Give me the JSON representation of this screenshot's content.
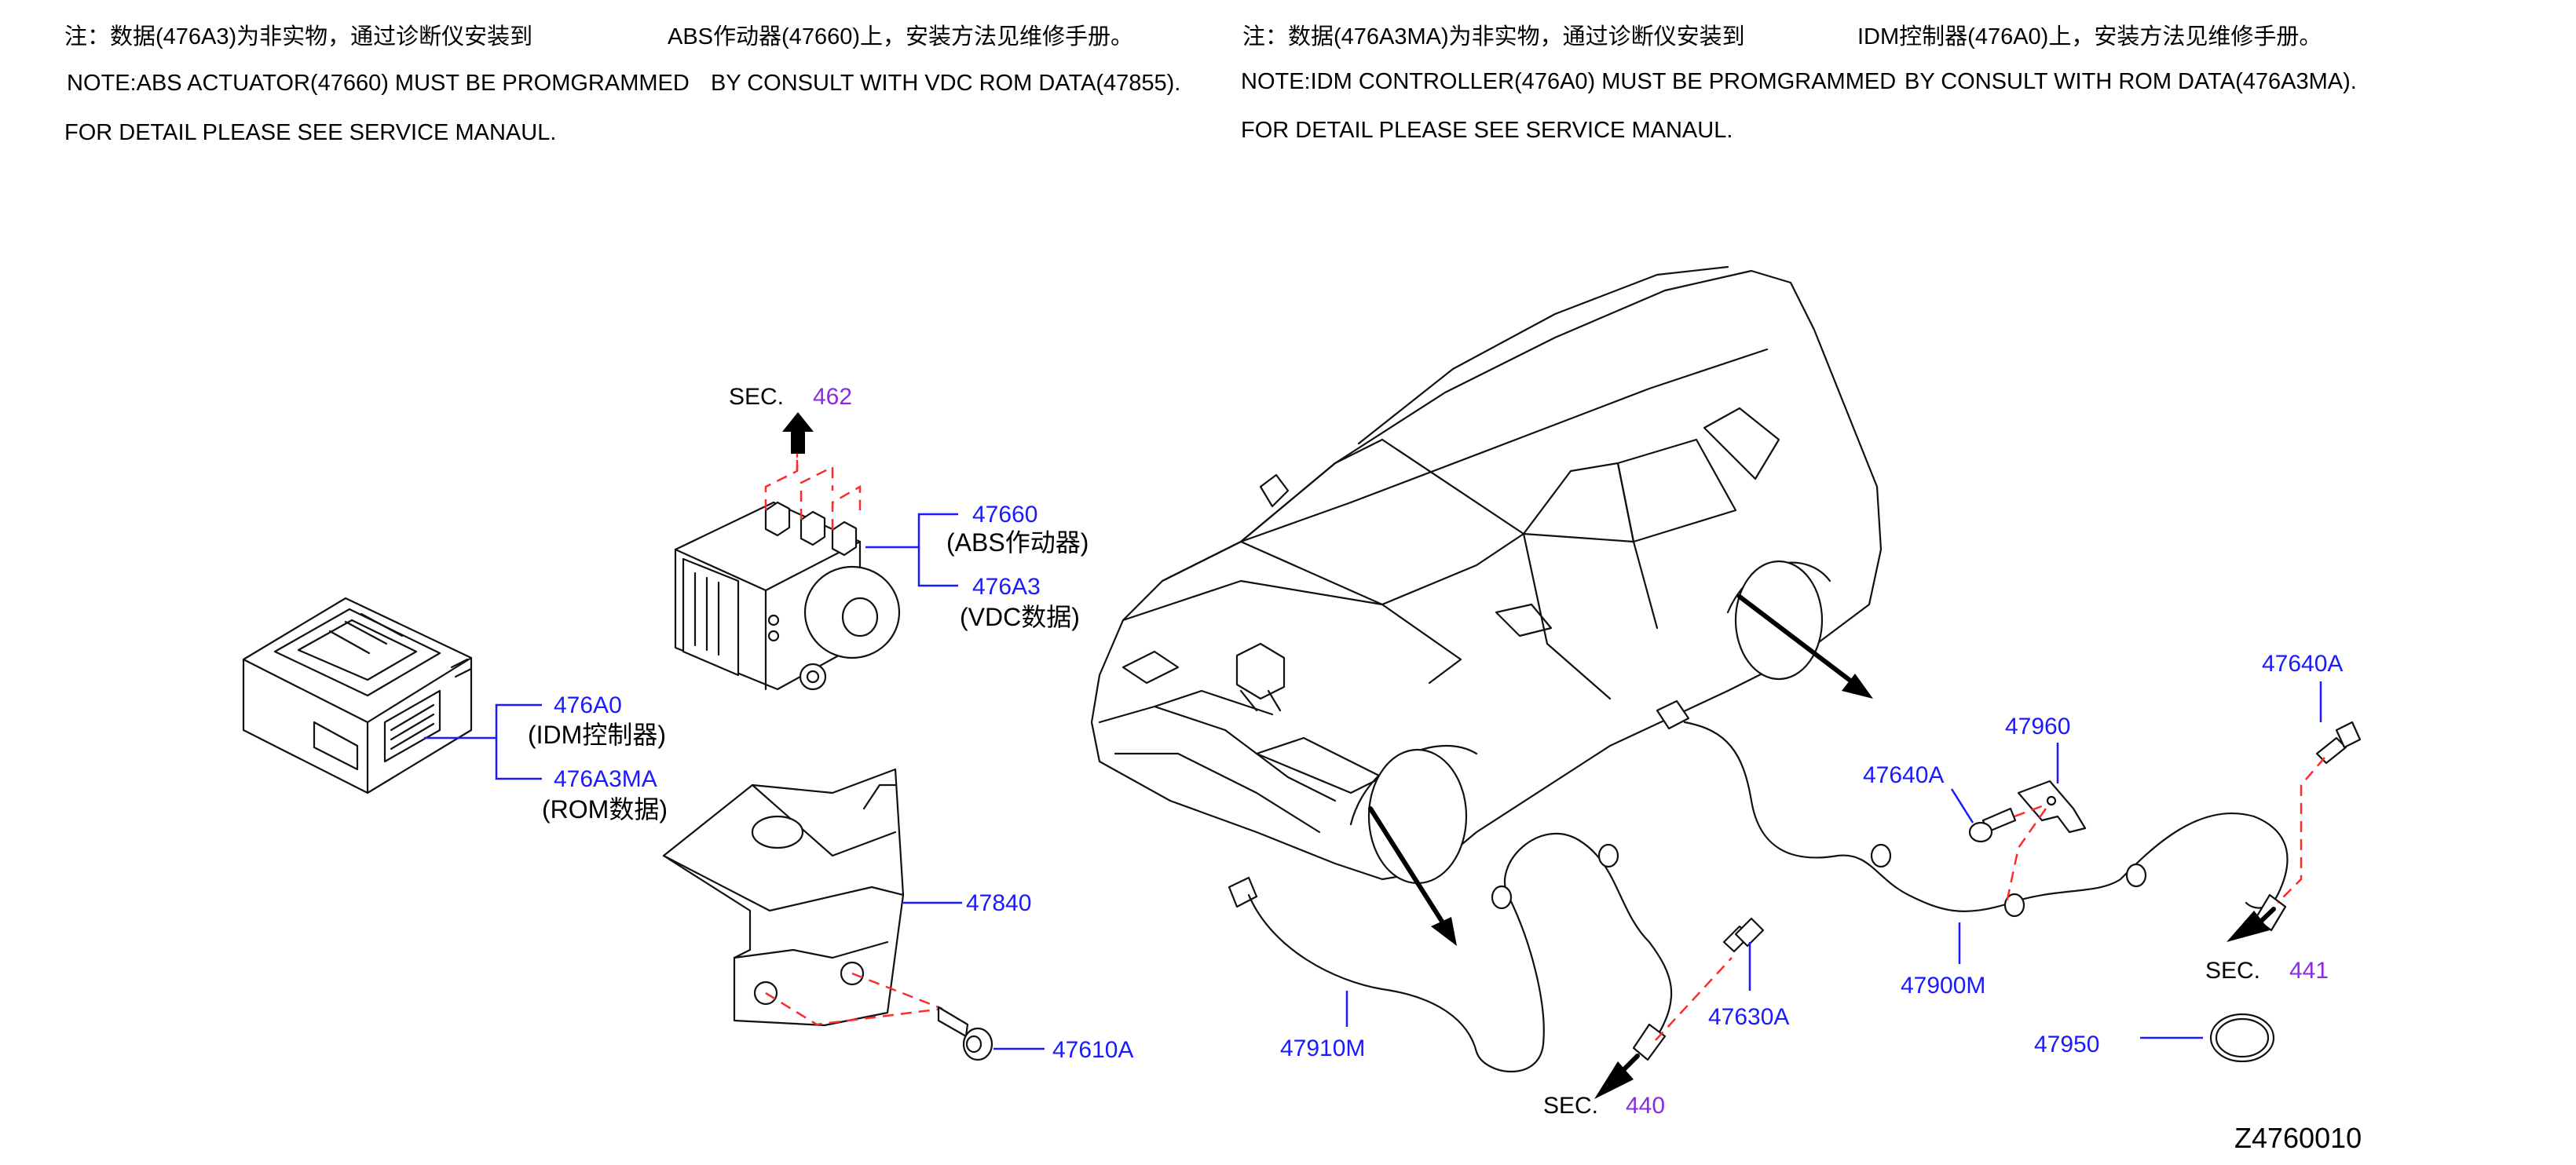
{
  "notes": {
    "left_cn_1": "注：数据(476A3)为非实物，通过诊断仪安装到",
    "left_cn_2": "ABS作动器(47660)上，安装方法见维修手册。",
    "left_en_1": "NOTE:ABS   ACTUATOR(47660)   MUST   BE   PROMGRAMMED",
    "left_en_2": "BY   CONSULT   WITH   VDC   ROM   DATA(47855).",
    "left_en_3": "FOR   DETAIL   PLEASE   SEE   SERVICE   MANAUL.",
    "right_cn_1": "注：数据(476A3MA)为非实物，通过诊断仪安装到",
    "right_cn_2": "IDM控制器(476A0)上，安装方法见维修手册。",
    "right_en_1": "NOTE:IDM   CONTROLLER(476A0)   MUST   BE   PROMGRAMMED",
    "right_en_2": "BY   CONSULT   WITH   ROM   DATA(476A3MA).",
    "right_en_3": "FOR   DETAIL   PLEASE   SEE   SERVICE   MANAUL."
  },
  "callouts": {
    "p47660": "47660",
    "d47660": "(ABS作动器)",
    "p476A3": "476A3",
    "d476A3": "(VDC数据)",
    "p476A0": "476A0",
    "d476A0": "(IDM控制器)",
    "p476A3MA": "476A3MA",
    "d476A3MA": "(ROM数据)",
    "p47840": "47840",
    "p47610A": "47610A",
    "p47910M": "47910M",
    "p47630A": "47630A",
    "p47900M": "47900M",
    "p47950": "47950",
    "p47960": "47960",
    "p47640A_1": "47640A",
    "p47640A_2": "47640A"
  },
  "sections": {
    "sec_label": "SEC.",
    "sec462": "462",
    "sec440": "440",
    "sec441": "441"
  },
  "diagram_code": "Z4760010",
  "colors": {
    "part_number": "#1a1aff",
    "section_number": "#8a2be2",
    "phantom_line": "#ff2a2a",
    "linework": "#111111"
  }
}
